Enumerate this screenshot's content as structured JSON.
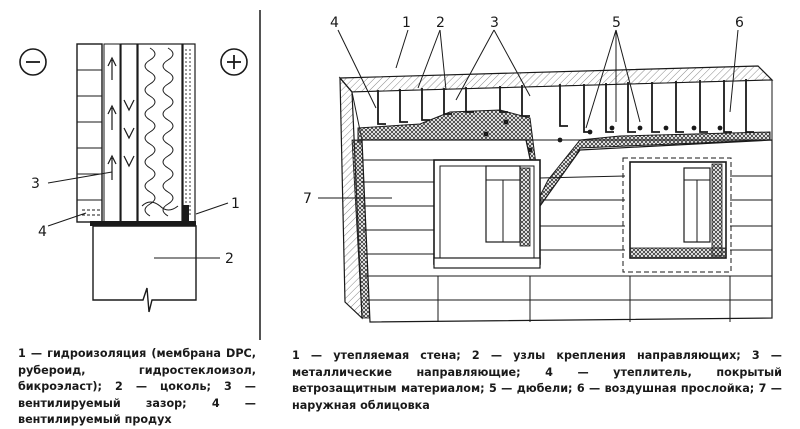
{
  "left_diagram": {
    "minus_sign": "−",
    "plus_sign": "+",
    "labels": [
      "1",
      "2",
      "3",
      "4"
    ]
  },
  "right_diagram": {
    "labels": [
      "1",
      "2",
      "3",
      "4",
      "5",
      "6",
      "7"
    ]
  },
  "captions": {
    "left": "1 — гидроизоляция (мембрана DPC, рубероид, гидростеклоизол, бикроэласт); 2 — цоколь; 3 — вентилируемый зазор; 4 — вентилируемый продух",
    "right": "1 — утепляемая стена; 2 — узлы крепления направляющих; 3 — металлические направляющие; 4 — утеплитель, покрытый ветрозащитным материалом; 5 — дюбели; 6 — воздушная прослойка; 7 — наружная облицовка"
  },
  "colors": {
    "ink": "#1a1a1a",
    "hatch": "#8a8a8a",
    "paper": "#ffffff"
  }
}
